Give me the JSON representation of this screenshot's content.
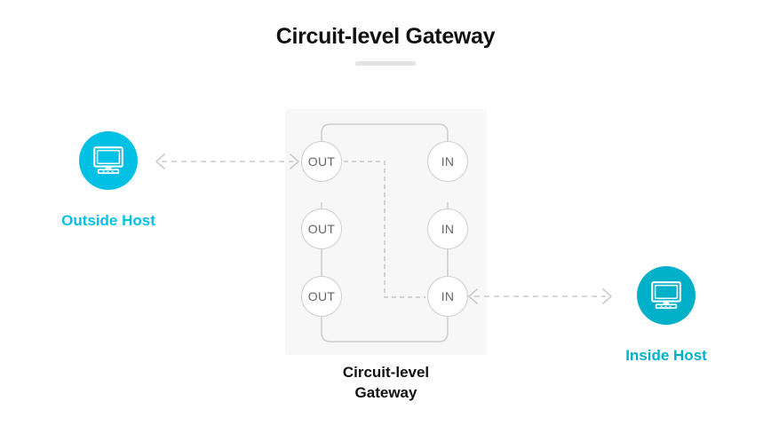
{
  "page": {
    "title": "Circuit-level Gateway",
    "background": "#ffffff"
  },
  "title_rule": {
    "color": "#e3e3e3"
  },
  "hosts": [
    {
      "id": "outside",
      "label": "Outside Host",
      "icon": "desktop-monitor-icon",
      "color": "#00c0e4"
    },
    {
      "id": "inside",
      "label": "Inside Host",
      "icon": "desktop-monitor-icon",
      "color": "#00b0c8"
    }
  ],
  "gateway": {
    "caption_line1": "Circuit-level",
    "caption_line2": "Gateway",
    "panel_color": "#f7f7f7",
    "node_border_color": "#cfcfcf",
    "node_text_color": "#666666",
    "path_color": "#cfcfcf",
    "nodes": {
      "out": [
        {
          "id": "out-1",
          "label": "OUT"
        },
        {
          "id": "out-2",
          "label": "OUT"
        },
        {
          "id": "out-3",
          "label": "OUT"
        }
      ],
      "in": [
        {
          "id": "in-1",
          "label": "IN"
        },
        {
          "id": "in-2",
          "label": "IN"
        },
        {
          "id": "in-3",
          "label": "IN"
        }
      ]
    }
  },
  "connectors": [
    {
      "id": "outside-to-gateway",
      "style": "dashed",
      "arrowheads": "both",
      "color": "#cccccc"
    },
    {
      "id": "gateway-to-inside",
      "style": "dashed",
      "arrowheads": "both",
      "color": "#cccccc"
    }
  ]
}
